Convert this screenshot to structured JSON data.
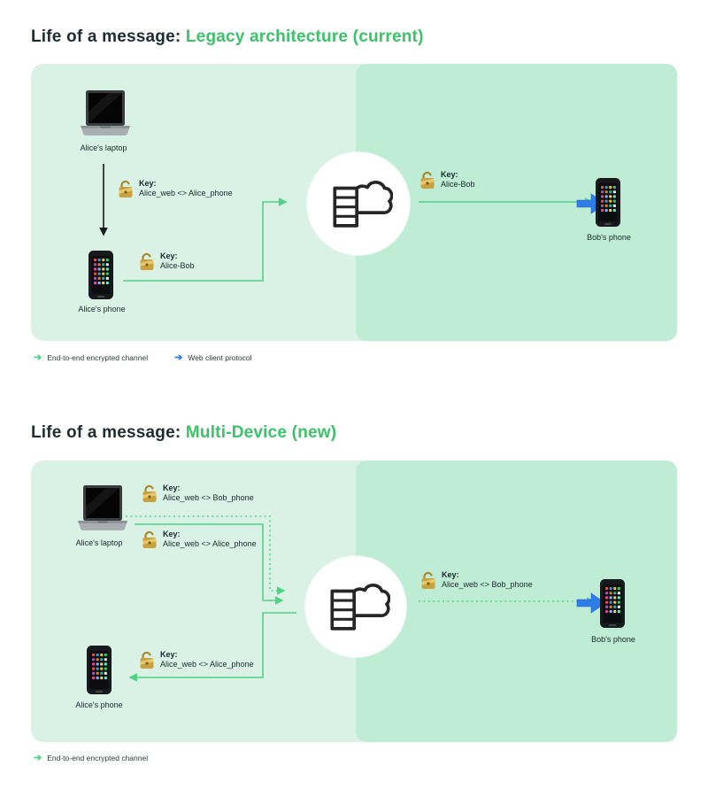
{
  "colors": {
    "accent_green": "#3cc268",
    "arrow_green": "#4fd283",
    "arrow_blue": "#2e7de9",
    "panel_light": "#daf2e6",
    "panel_dark": "#bfecd4",
    "lock_gold": "#c9a23f",
    "server_ink": "#262626"
  },
  "title1": {
    "prefix": "Life of a message:",
    "highlight": "Legacy architecture (current)"
  },
  "title2": {
    "prefix": "Life of a message:",
    "highlight": "Multi-Device (new)"
  },
  "diagram1": {
    "devices": {
      "alice_laptop": "Alice's laptop",
      "alice_phone": "Alice's phone",
      "bob_phone": "Bob's phone"
    },
    "keys": [
      {
        "label": "Key:",
        "value": "Alice_web <> Alice_phone"
      },
      {
        "label": "Key:",
        "value": "Alice-Bob"
      },
      {
        "label": "Key:",
        "value": "Alice-Bob"
      }
    ],
    "legend": [
      {
        "label": "End-to-end encrypted channel"
      },
      {
        "label": "Web client protocol"
      }
    ]
  },
  "diagram2": {
    "devices": {
      "alice_laptop": "Alice's laptop",
      "alice_phone": "Alice's phone",
      "bob_phone": "Bob's phone"
    },
    "keys": [
      {
        "label": "Key:",
        "value": "Alice_web <> Bob_phone"
      },
      {
        "label": "Key:",
        "value": "Alice_web <> Alice_phone"
      },
      {
        "label": "Key:",
        "value": "Alice_web <> Alice_phone"
      },
      {
        "label": "Key:",
        "value": "Alice_web <> Bob_phone"
      }
    ],
    "legend": [
      {
        "label": "End-to-end encrypted channel"
      }
    ]
  }
}
